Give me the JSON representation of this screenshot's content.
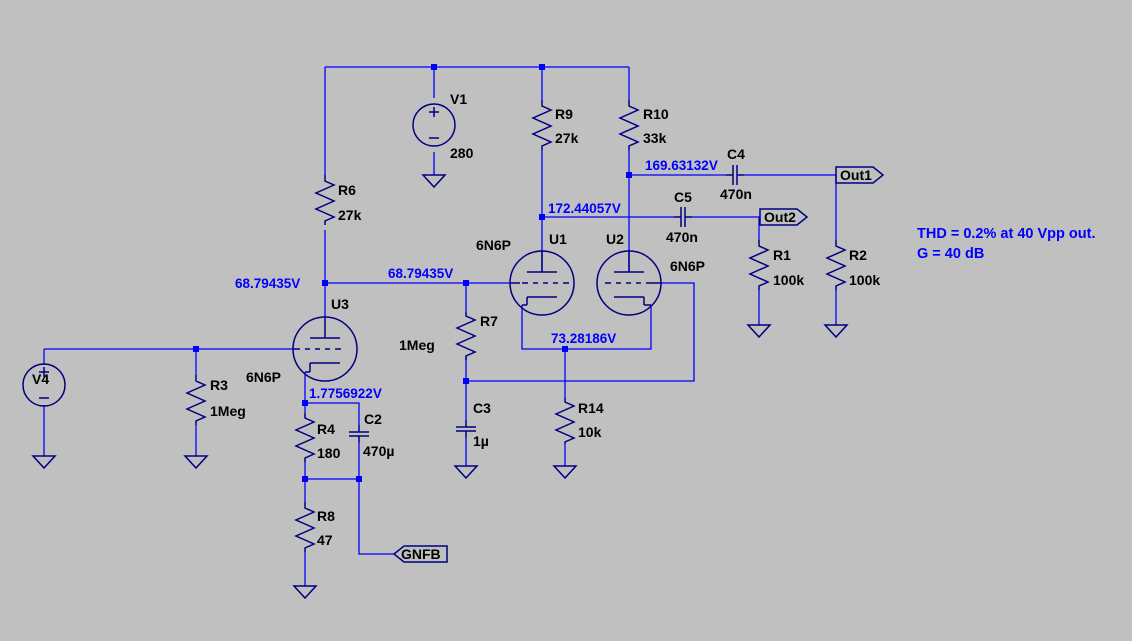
{
  "colors": {
    "background": "#c0c0c0",
    "wire": "#0000ff",
    "component": "#000080",
    "label": "#000000",
    "annotation": "#0000ff"
  },
  "components": {
    "V1": {
      "name": "V1",
      "value": "280"
    },
    "V4": {
      "name": "V4"
    },
    "R1": {
      "name": "R1",
      "value": "100k"
    },
    "R2": {
      "name": "R2",
      "value": "100k"
    },
    "R3": {
      "name": "R3",
      "value": "1Meg"
    },
    "R4": {
      "name": "R4",
      "value": "180"
    },
    "R6": {
      "name": "R6",
      "value": "27k"
    },
    "R7": {
      "name": "R7",
      "value": "1Meg"
    },
    "R8": {
      "name": "R8",
      "value": "47"
    },
    "R9": {
      "name": "R9",
      "value": "27k"
    },
    "R10": {
      "name": "R10",
      "value": "33k"
    },
    "R14": {
      "name": "R14",
      "value": "10k"
    },
    "C2": {
      "name": "C2",
      "value": "470µ"
    },
    "C3": {
      "name": "C3",
      "value": "1µ"
    },
    "C4": {
      "name": "C4",
      "value": "470n"
    },
    "C5": {
      "name": "C5",
      "value": "470n"
    },
    "U1": {
      "name": "U1",
      "value": "6N6P"
    },
    "U2": {
      "name": "U2",
      "value": "6N6P"
    },
    "U3": {
      "name": "U3",
      "value": "6N6P"
    }
  },
  "voltages": {
    "v_out2_node": "169.63132V",
    "v_u1_anode": "172.44057V",
    "v_u3_anode_left": "68.79435V",
    "v_u3_anode_right": "68.79435V",
    "v_cathode_pair": "73.28186V",
    "v_u3_cathode": "1.7756922V"
  },
  "ports": {
    "out1": "Out1",
    "out2": "Out2",
    "gnfb": "GNFB"
  },
  "annotations": {
    "thd": "THD = 0.2% at 40 Vpp out.",
    "gain": "G = 40 dB"
  }
}
